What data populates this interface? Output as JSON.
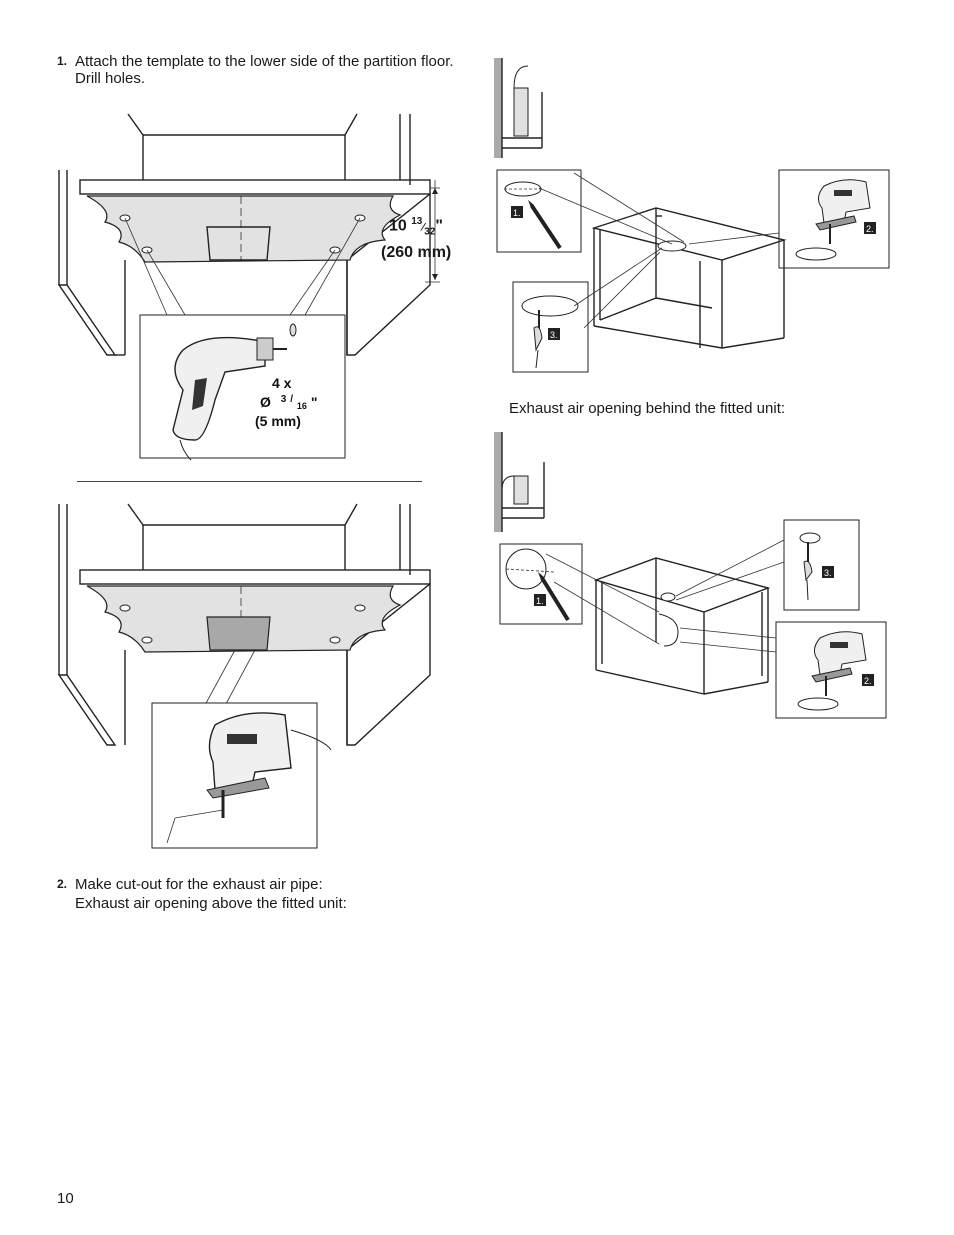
{
  "step1": {
    "number": "1.",
    "text": "Attach the template to the lower side of the partition floor. Drill holes."
  },
  "dimension": {
    "value": "10",
    "fraction_num": "13",
    "fraction_den": "32",
    "inch": "\"",
    "metric": "(260 mm)"
  },
  "drill": {
    "count": "4 x",
    "diameter_prefix": "Ø",
    "fraction_num": "3",
    "fraction_den": "16",
    "inch": "\"",
    "metric": "(5 mm)"
  },
  "step2": {
    "number": "2.",
    "line1": "Make cut-out for the exhaust air pipe:",
    "line2": "Exhaust air opening above the fitted unit:"
  },
  "note_behind": "Exhaust air opening behind the fitted unit:",
  "steps_top": {
    "s1": "1.",
    "s2": "2.",
    "s3": "3."
  },
  "steps_bottom": {
    "s1": "1.",
    "s2": "2.",
    "s3": "3."
  },
  "page_number": "10",
  "colors": {
    "template_fill": "#e2e2e2",
    "cutout_fill": "#a8a8a8",
    "line": "#222222"
  },
  "icons": [
    "drill-icon",
    "jigsaw-icon",
    "pencil-icon",
    "screwdriver-icon",
    "wall-duct-icon"
  ]
}
